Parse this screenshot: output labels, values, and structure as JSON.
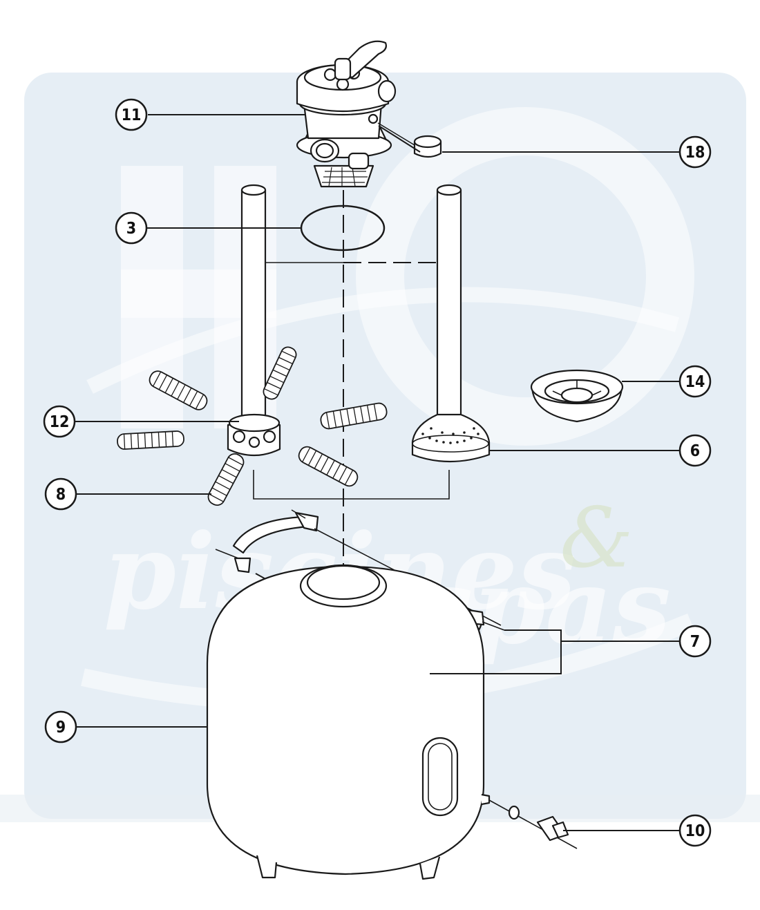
{
  "watermark": {
    "logo_text": "HP",
    "brand_text": "piscines",
    "amp_text": "&",
    "brand_text_2": "spas"
  },
  "callouts": [
    {
      "id": "c11",
      "label": "11",
      "part": "multiport-valve"
    },
    {
      "id": "c18",
      "label": "18",
      "part": "pressure-gauge"
    },
    {
      "id": "c3",
      "label": "3",
      "part": "o-ring"
    },
    {
      "id": "c14",
      "label": "14",
      "part": "strainer-basket"
    },
    {
      "id": "c12",
      "label": "12",
      "part": "lateral-hub"
    },
    {
      "id": "c6",
      "label": "6",
      "part": "diffuser"
    },
    {
      "id": "c8",
      "label": "8",
      "part": "lateral"
    },
    {
      "id": "c7",
      "label": "7",
      "part": "clamp-and-screws"
    },
    {
      "id": "c9",
      "label": "9",
      "part": "tank"
    },
    {
      "id": "c10",
      "label": "10",
      "part": "drain-plug"
    }
  ],
  "colors": {
    "line": "#1a1a1a",
    "watermark_panel": "#dde8f1",
    "background": "#ffffff"
  }
}
